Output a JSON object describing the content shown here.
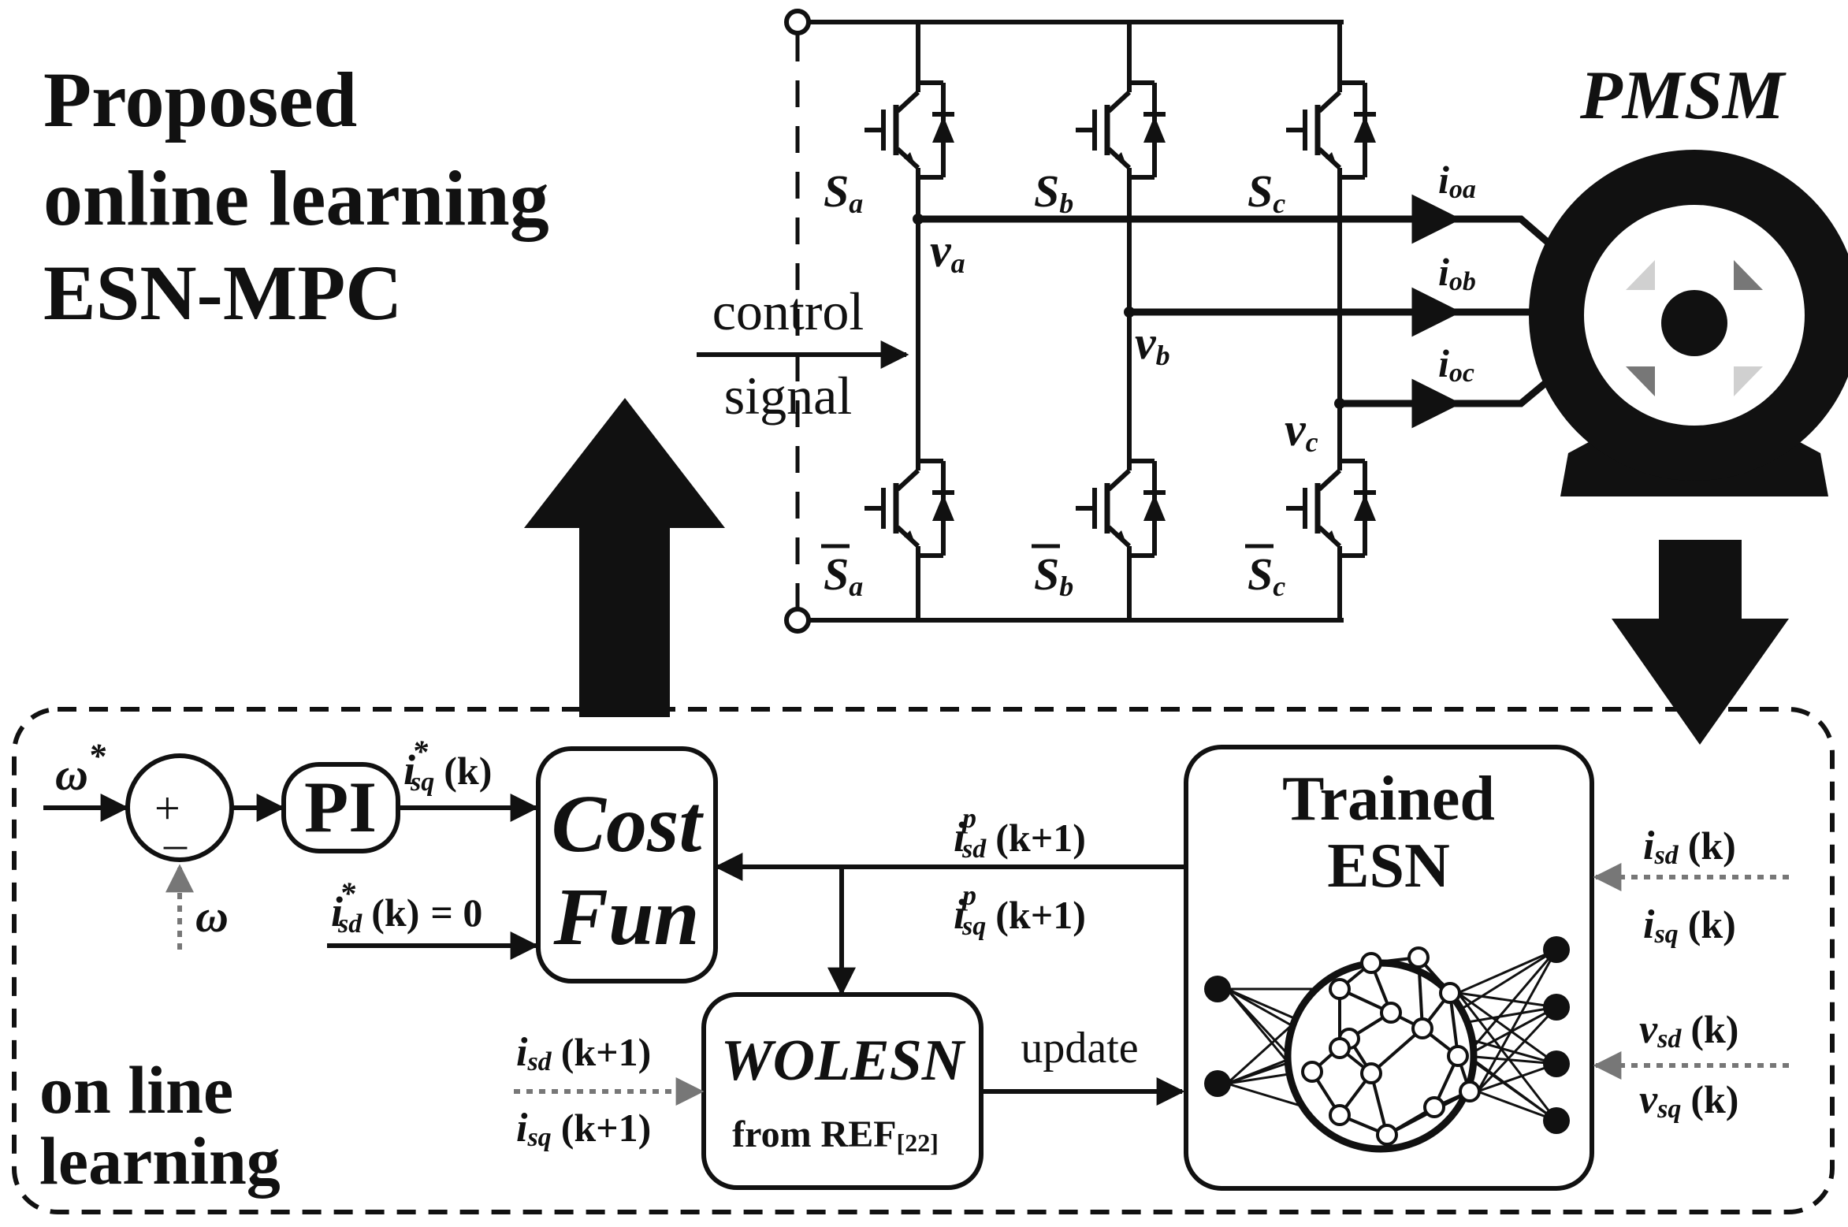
{
  "title": [
    "Proposed",
    "online learning",
    "ESN-MPC"
  ],
  "motor_label": "PMSM",
  "switches": {
    "upper": [
      {
        "base": "S",
        "sub": "a"
      },
      {
        "base": "S",
        "sub": "b"
      },
      {
        "base": "S",
        "sub": "c"
      }
    ],
    "lower": [
      {
        "base": "S",
        "sub": "a"
      },
      {
        "base": "S",
        "sub": "b"
      },
      {
        "base": "S",
        "sub": "c"
      }
    ]
  },
  "phase_voltages": [
    {
      "base": "v",
      "sub": "a"
    },
    {
      "base": "v",
      "sub": "b"
    },
    {
      "base": "v",
      "sub": "c"
    }
  ],
  "phase_currents": [
    {
      "base": "i",
      "sub": "oa"
    },
    {
      "base": "i",
      "sub": "ob"
    },
    {
      "base": "i",
      "sub": "oc"
    }
  ],
  "control_signal": [
    "control",
    "signal"
  ],
  "speed_ref": "ω",
  "speed_ref_sup": "*",
  "speed_fb": "ω",
  "sum_signs": {
    "plus": "+",
    "minus": "_"
  },
  "pi_label": "PI",
  "isq_ref": {
    "base": "i",
    "sub": "sq",
    "sup": "*",
    "arg": "(k)"
  },
  "isd_ref": {
    "base": "i",
    "sub": "sd",
    "sup": "*",
    "arg": "(k)",
    "value": "= 0"
  },
  "cost_fun": [
    "Cost",
    "Fun"
  ],
  "pred_d": {
    "base": "i",
    "sub": "sd",
    "sup": "p",
    "arg": "(k+1)"
  },
  "pred_q": {
    "base": "i",
    "sub": "sq",
    "sup": "p",
    "arg": "(k+1)"
  },
  "esn_label": [
    "Trained",
    "ESN"
  ],
  "wolesn": {
    "title": "WOLESN",
    "subtitle": "from REF",
    "ref": "[22]"
  },
  "update_label": "update",
  "wolesn_inputs": [
    {
      "base": "i",
      "sub": "sd",
      "arg": "(k+1)"
    },
    {
      "base": "i",
      "sub": "sq",
      "arg": "(k+1)"
    }
  ],
  "esn_inputs": [
    {
      "base": "i",
      "sub": "sd",
      "arg": "(k)"
    },
    {
      "base": "i",
      "sub": "sq",
      "arg": "(k)"
    },
    {
      "base": "v",
      "sub": "sd",
      "arg": "(k)"
    },
    {
      "base": "v",
      "sub": "sq",
      "arg": "(k)"
    }
  ],
  "online_label": [
    "on line",
    "learning"
  ]
}
